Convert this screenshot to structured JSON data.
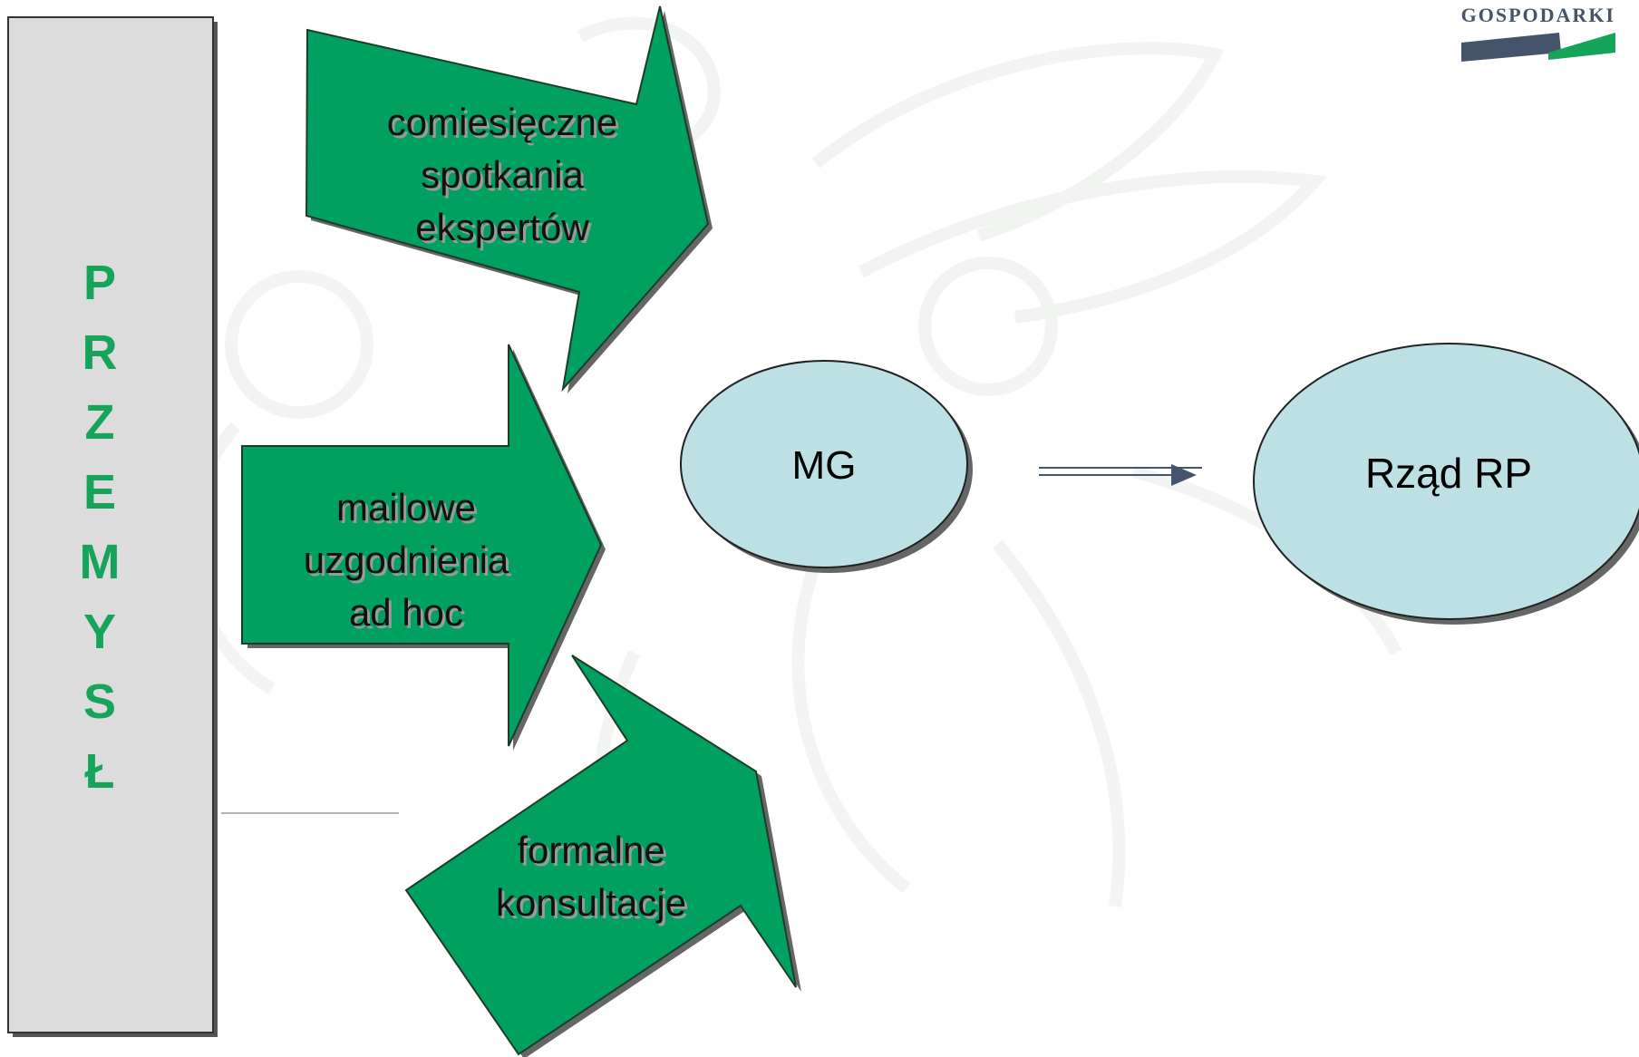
{
  "logo": {
    "text": "GOSPODARKI"
  },
  "colors": {
    "arrow_green": "#00a060",
    "accent_green": "#16a35a",
    "node_fill": "#bce0e4",
    "sidebar_fill": "#dcdcdc",
    "logo_dark": "#44546a"
  },
  "sidebar": {
    "letters": [
      "P",
      "R",
      "Z",
      "E",
      "M",
      "Y",
      "S",
      "Ł"
    ]
  },
  "arrows": {
    "top": {
      "lines": [
        "comiesięczne",
        "spotkania",
        "ekspertów"
      ]
    },
    "middle": {
      "lines": [
        "mailowe",
        "uzgodnienia",
        "ad hoc"
      ]
    },
    "bottom": {
      "lines": [
        "formalne",
        "konsultacje"
      ]
    }
  },
  "nodes": {
    "mg": {
      "label": "MG"
    },
    "rzad": {
      "label": "Rząd RP"
    }
  }
}
